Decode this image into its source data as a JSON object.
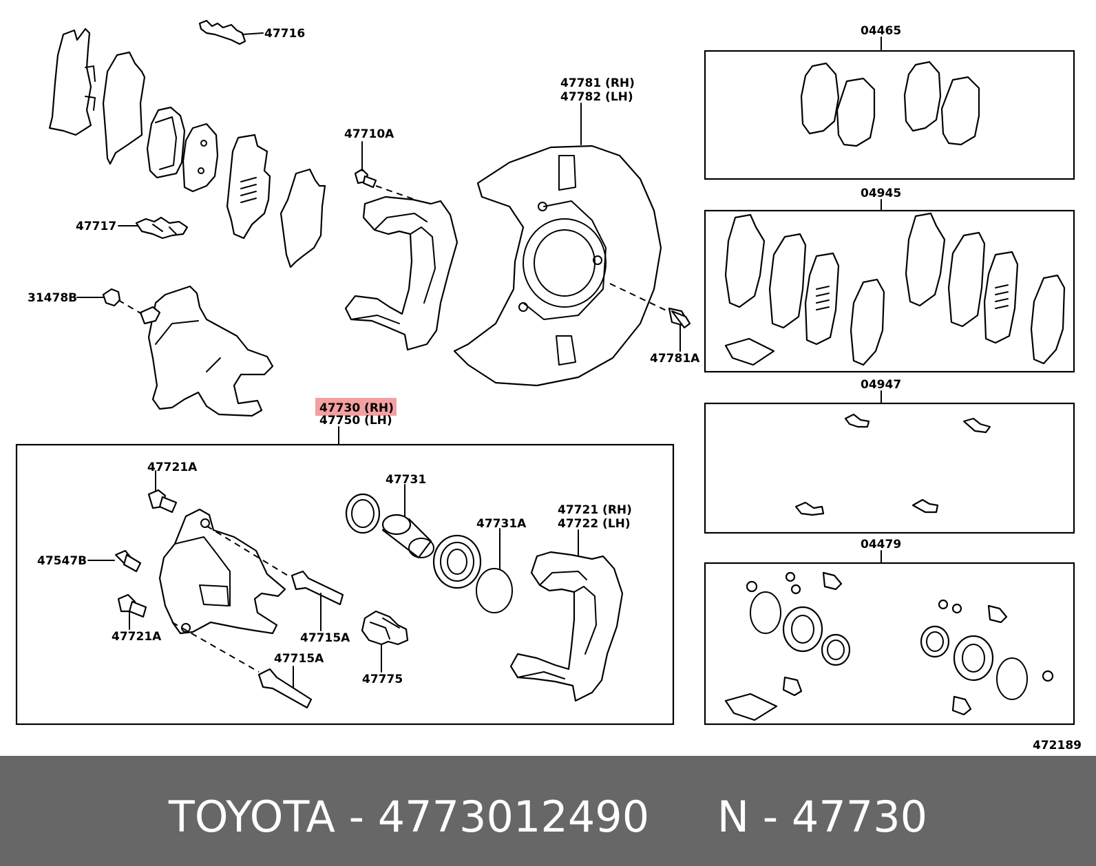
{
  "labels": {
    "p47716": "47716",
    "p47717": "47717",
    "p31478B": "31478B",
    "p47710A": "47710A",
    "p47781_rh": "47781 (RH)",
    "p47782_lh": "47782 (LH)",
    "p47781A": "47781A",
    "p47730_rh": "47730 (RH)",
    "p47750_lh": "47750 (LH)",
    "p47721A_top": "47721A",
    "p47547B": "47547B",
    "p47721A_bottom": "47721A",
    "p47715A_right": "47715A",
    "p47715A_bottom": "47715A",
    "p47731": "47731",
    "p47731A": "47731A",
    "p47775": "47775",
    "p47721_rh": "47721 (RH)",
    "p47722_lh": "47722 (LH)",
    "kit04465": "04465",
    "kit04945": "04945",
    "kit04947": "04947",
    "kit04479": "04479",
    "diagram_id": "472189"
  },
  "highlight_color": "#f08080",
  "footer": {
    "title": "TOYOTA - 4773012490     N - 47730",
    "background": "#676767",
    "text_color": "#ffffff"
  }
}
